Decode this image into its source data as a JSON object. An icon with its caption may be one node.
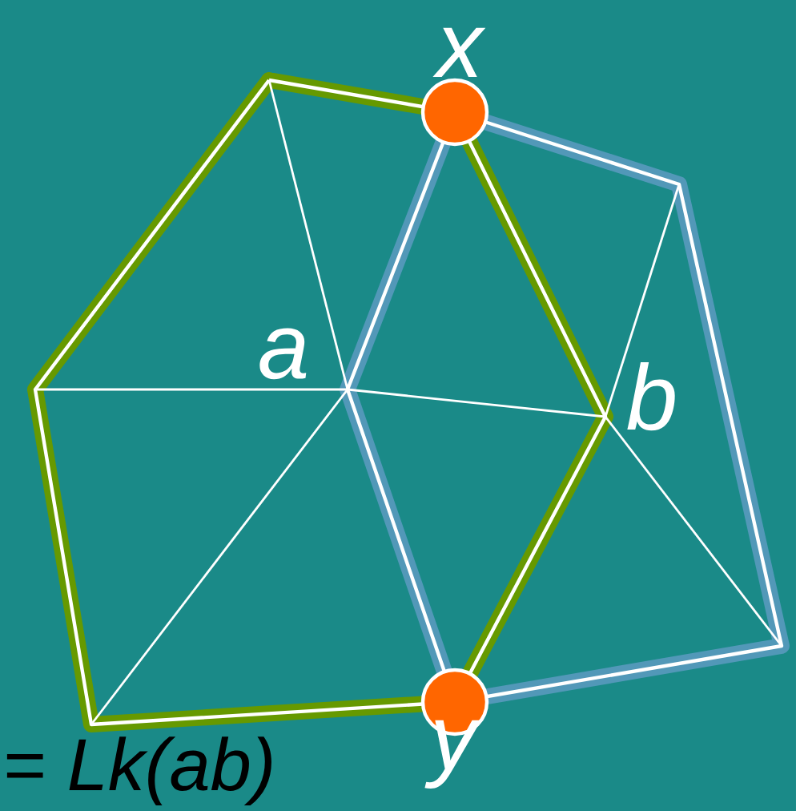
{
  "diagram": {
    "labels": [
      "x",
      "a",
      "b",
      "y",
      "= *Lk(ab)*"
    ]
  }
}
